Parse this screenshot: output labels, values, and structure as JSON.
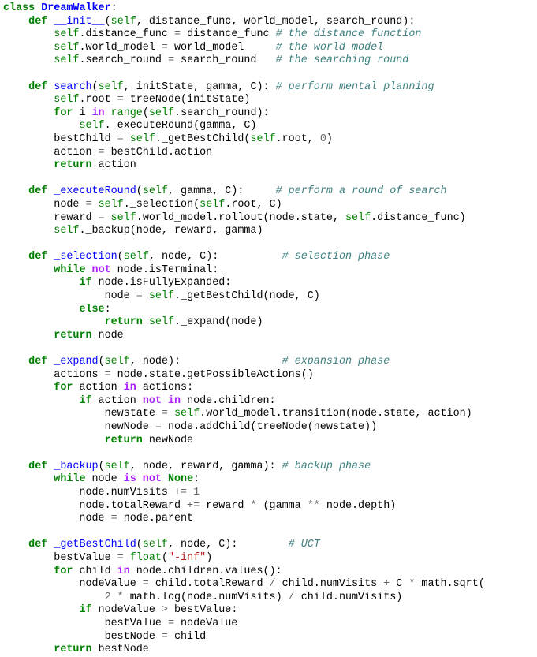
{
  "code": {
    "language": "python",
    "lines": [
      [
        [
          "kw",
          "class"
        ],
        [
          "txt",
          " "
        ],
        [
          "cls",
          "DreamWalker"
        ],
        [
          "txt",
          ":"
        ]
      ],
      [
        [
          "txt",
          "    "
        ],
        [
          "kw",
          "def"
        ],
        [
          "txt",
          " "
        ],
        [
          "fn",
          "__init__"
        ],
        [
          "txt",
          "("
        ],
        [
          "self",
          "self"
        ],
        [
          "txt",
          ", distance_func, world_model, search_round):"
        ]
      ],
      [
        [
          "txt",
          "        "
        ],
        [
          "self",
          "self"
        ],
        [
          "txt",
          ".distance_func "
        ],
        [
          "op",
          "="
        ],
        [
          "txt",
          " distance_func "
        ],
        [
          "cm",
          "# the distance function"
        ]
      ],
      [
        [
          "txt",
          "        "
        ],
        [
          "self",
          "self"
        ],
        [
          "txt",
          ".world_model "
        ],
        [
          "op",
          "="
        ],
        [
          "txt",
          " world_model     "
        ],
        [
          "cm",
          "# the world model"
        ]
      ],
      [
        [
          "txt",
          "        "
        ],
        [
          "self",
          "self"
        ],
        [
          "txt",
          ".search_round "
        ],
        [
          "op",
          "="
        ],
        [
          "txt",
          " search_round   "
        ],
        [
          "cm",
          "# the searching round"
        ]
      ],
      [],
      [
        [
          "txt",
          "    "
        ],
        [
          "kw",
          "def"
        ],
        [
          "txt",
          " "
        ],
        [
          "fn",
          "search"
        ],
        [
          "txt",
          "("
        ],
        [
          "self",
          "self"
        ],
        [
          "txt",
          ", initState, gamma, C): "
        ],
        [
          "cm",
          "# perform mental planning"
        ]
      ],
      [
        [
          "txt",
          "        "
        ],
        [
          "self",
          "self"
        ],
        [
          "txt",
          ".root "
        ],
        [
          "op",
          "="
        ],
        [
          "txt",
          " treeNode(initState)"
        ]
      ],
      [
        [
          "txt",
          "        "
        ],
        [
          "kw",
          "for"
        ],
        [
          "txt",
          " i "
        ],
        [
          "kw2",
          "in"
        ],
        [
          "txt",
          " "
        ],
        [
          "bi",
          "range"
        ],
        [
          "txt",
          "("
        ],
        [
          "self",
          "self"
        ],
        [
          "txt",
          ".search_round):"
        ]
      ],
      [
        [
          "txt",
          "            "
        ],
        [
          "self",
          "self"
        ],
        [
          "txt",
          "._executeRound(gamma, C)"
        ]
      ],
      [
        [
          "txt",
          "        bestChild "
        ],
        [
          "op",
          "="
        ],
        [
          "txt",
          " "
        ],
        [
          "self",
          "self"
        ],
        [
          "txt",
          "._getBestChild("
        ],
        [
          "self",
          "self"
        ],
        [
          "txt",
          ".root, "
        ],
        [
          "num",
          "0"
        ],
        [
          "txt",
          ")"
        ]
      ],
      [
        [
          "txt",
          "        action "
        ],
        [
          "op",
          "="
        ],
        [
          "txt",
          " bestChild.action"
        ]
      ],
      [
        [
          "txt",
          "        "
        ],
        [
          "kw",
          "return"
        ],
        [
          "txt",
          " action"
        ]
      ],
      [],
      [
        [
          "txt",
          "    "
        ],
        [
          "kw",
          "def"
        ],
        [
          "txt",
          " "
        ],
        [
          "fn",
          "_executeRound"
        ],
        [
          "txt",
          "("
        ],
        [
          "self",
          "self"
        ],
        [
          "txt",
          ", gamma, C):     "
        ],
        [
          "cm",
          "# perform a round of search"
        ]
      ],
      [
        [
          "txt",
          "        node "
        ],
        [
          "op",
          "="
        ],
        [
          "txt",
          " "
        ],
        [
          "self",
          "self"
        ],
        [
          "txt",
          "._selection("
        ],
        [
          "self",
          "self"
        ],
        [
          "txt",
          ".root, C)"
        ]
      ],
      [
        [
          "txt",
          "        reward "
        ],
        [
          "op",
          "="
        ],
        [
          "txt",
          " "
        ],
        [
          "self",
          "self"
        ],
        [
          "txt",
          ".world_model.rollout(node.state, "
        ],
        [
          "self",
          "self"
        ],
        [
          "txt",
          ".distance_func)"
        ]
      ],
      [
        [
          "txt",
          "        "
        ],
        [
          "self",
          "self"
        ],
        [
          "txt",
          "._backup(node, reward, gamma)"
        ]
      ],
      [],
      [
        [
          "txt",
          "    "
        ],
        [
          "kw",
          "def"
        ],
        [
          "txt",
          " "
        ],
        [
          "fn",
          "_selection"
        ],
        [
          "txt",
          "("
        ],
        [
          "self",
          "self"
        ],
        [
          "txt",
          ", node, C):          "
        ],
        [
          "cm",
          "# selection phase"
        ]
      ],
      [
        [
          "txt",
          "        "
        ],
        [
          "kw",
          "while"
        ],
        [
          "txt",
          " "
        ],
        [
          "kw2",
          "not"
        ],
        [
          "txt",
          " node.isTerminal:"
        ]
      ],
      [
        [
          "txt",
          "            "
        ],
        [
          "kw",
          "if"
        ],
        [
          "txt",
          " node.isFullyExpanded:"
        ]
      ],
      [
        [
          "txt",
          "                node "
        ],
        [
          "op",
          "="
        ],
        [
          "txt",
          " "
        ],
        [
          "self",
          "self"
        ],
        [
          "txt",
          "._getBestChild(node, C)"
        ]
      ],
      [
        [
          "txt",
          "            "
        ],
        [
          "kw",
          "else"
        ],
        [
          "txt",
          ":"
        ]
      ],
      [
        [
          "txt",
          "                "
        ],
        [
          "kw",
          "return"
        ],
        [
          "txt",
          " "
        ],
        [
          "self",
          "self"
        ],
        [
          "txt",
          "._expand(node)"
        ]
      ],
      [
        [
          "txt",
          "        "
        ],
        [
          "kw",
          "return"
        ],
        [
          "txt",
          " node"
        ]
      ],
      [],
      [
        [
          "txt",
          "    "
        ],
        [
          "kw",
          "def"
        ],
        [
          "txt",
          " "
        ],
        [
          "fn",
          "_expand"
        ],
        [
          "txt",
          "("
        ],
        [
          "self",
          "self"
        ],
        [
          "txt",
          ", node):                "
        ],
        [
          "cm",
          "# expansion phase"
        ]
      ],
      [
        [
          "txt",
          "        actions "
        ],
        [
          "op",
          "="
        ],
        [
          "txt",
          " node.state.getPossibleActions()"
        ]
      ],
      [
        [
          "txt",
          "        "
        ],
        [
          "kw",
          "for"
        ],
        [
          "txt",
          " action "
        ],
        [
          "kw2",
          "in"
        ],
        [
          "txt",
          " actions:"
        ]
      ],
      [
        [
          "txt",
          "            "
        ],
        [
          "kw",
          "if"
        ],
        [
          "txt",
          " action "
        ],
        [
          "kw2",
          "not in"
        ],
        [
          "txt",
          " node.children:"
        ]
      ],
      [
        [
          "txt",
          "                newstate "
        ],
        [
          "op",
          "="
        ],
        [
          "txt",
          " "
        ],
        [
          "self",
          "self"
        ],
        [
          "txt",
          ".world_model.transition(node.state, action)"
        ]
      ],
      [
        [
          "txt",
          "                newNode "
        ],
        [
          "op",
          "="
        ],
        [
          "txt",
          " node.addChild(treeNode(newstate))"
        ]
      ],
      [
        [
          "txt",
          "                "
        ],
        [
          "kw",
          "return"
        ],
        [
          "txt",
          " newNode"
        ]
      ],
      [],
      [
        [
          "txt",
          "    "
        ],
        [
          "kw",
          "def"
        ],
        [
          "txt",
          " "
        ],
        [
          "fn",
          "_backup"
        ],
        [
          "txt",
          "("
        ],
        [
          "self",
          "self"
        ],
        [
          "txt",
          ", node, reward, gamma): "
        ],
        [
          "cm",
          "# backup phase"
        ]
      ],
      [
        [
          "txt",
          "        "
        ],
        [
          "kw",
          "while"
        ],
        [
          "txt",
          " node "
        ],
        [
          "kw2",
          "is not"
        ],
        [
          "txt",
          " "
        ],
        [
          "kw",
          "None"
        ],
        [
          "txt",
          ":"
        ]
      ],
      [
        [
          "txt",
          "            node.numVisits "
        ],
        [
          "op",
          "+="
        ],
        [
          "txt",
          " "
        ],
        [
          "num",
          "1"
        ]
      ],
      [
        [
          "txt",
          "            node.totalReward "
        ],
        [
          "op",
          "+="
        ],
        [
          "txt",
          " reward "
        ],
        [
          "op",
          "*"
        ],
        [
          "txt",
          " (gamma "
        ],
        [
          "op",
          "**"
        ],
        [
          "txt",
          " node.depth)"
        ]
      ],
      [
        [
          "txt",
          "            node "
        ],
        [
          "op",
          "="
        ],
        [
          "txt",
          " node.parent"
        ]
      ],
      [],
      [
        [
          "txt",
          "    "
        ],
        [
          "kw",
          "def"
        ],
        [
          "txt",
          " "
        ],
        [
          "fn",
          "_getBestChild"
        ],
        [
          "txt",
          "("
        ],
        [
          "self",
          "self"
        ],
        [
          "txt",
          ", node, C):        "
        ],
        [
          "cm",
          "# UCT"
        ]
      ],
      [
        [
          "txt",
          "        bestValue "
        ],
        [
          "op",
          "="
        ],
        [
          "txt",
          " "
        ],
        [
          "bi",
          "float"
        ],
        [
          "txt",
          "("
        ],
        [
          "str",
          "\"-inf\""
        ],
        [
          "txt",
          ")"
        ]
      ],
      [
        [
          "txt",
          "        "
        ],
        [
          "kw",
          "for"
        ],
        [
          "txt",
          " child "
        ],
        [
          "kw2",
          "in"
        ],
        [
          "txt",
          " node.children.values():"
        ]
      ],
      [
        [
          "txt",
          "            nodeValue "
        ],
        [
          "op",
          "="
        ],
        [
          "txt",
          " child.totalReward "
        ],
        [
          "op",
          "/"
        ],
        [
          "txt",
          " child.numVisits "
        ],
        [
          "op",
          "+"
        ],
        [
          "txt",
          " C "
        ],
        [
          "op",
          "*"
        ],
        [
          "txt",
          " math.sqrt("
        ]
      ],
      [
        [
          "txt",
          "                "
        ],
        [
          "num",
          "2"
        ],
        [
          "txt",
          " "
        ],
        [
          "op",
          "*"
        ],
        [
          "txt",
          " math.log(node.numVisits) "
        ],
        [
          "op",
          "/"
        ],
        [
          "txt",
          " child.numVisits)"
        ]
      ],
      [
        [
          "txt",
          "            "
        ],
        [
          "kw",
          "if"
        ],
        [
          "txt",
          " nodeValue "
        ],
        [
          "op",
          ">"
        ],
        [
          "txt",
          " bestValue:"
        ]
      ],
      [
        [
          "txt",
          "                bestValue "
        ],
        [
          "op",
          "="
        ],
        [
          "txt",
          " nodeValue"
        ]
      ],
      [
        [
          "txt",
          "                bestNode "
        ],
        [
          "op",
          "="
        ],
        [
          "txt",
          " child"
        ]
      ],
      [
        [
          "txt",
          "        "
        ],
        [
          "kw",
          "return"
        ],
        [
          "txt",
          " bestNode"
        ]
      ]
    ]
  }
}
